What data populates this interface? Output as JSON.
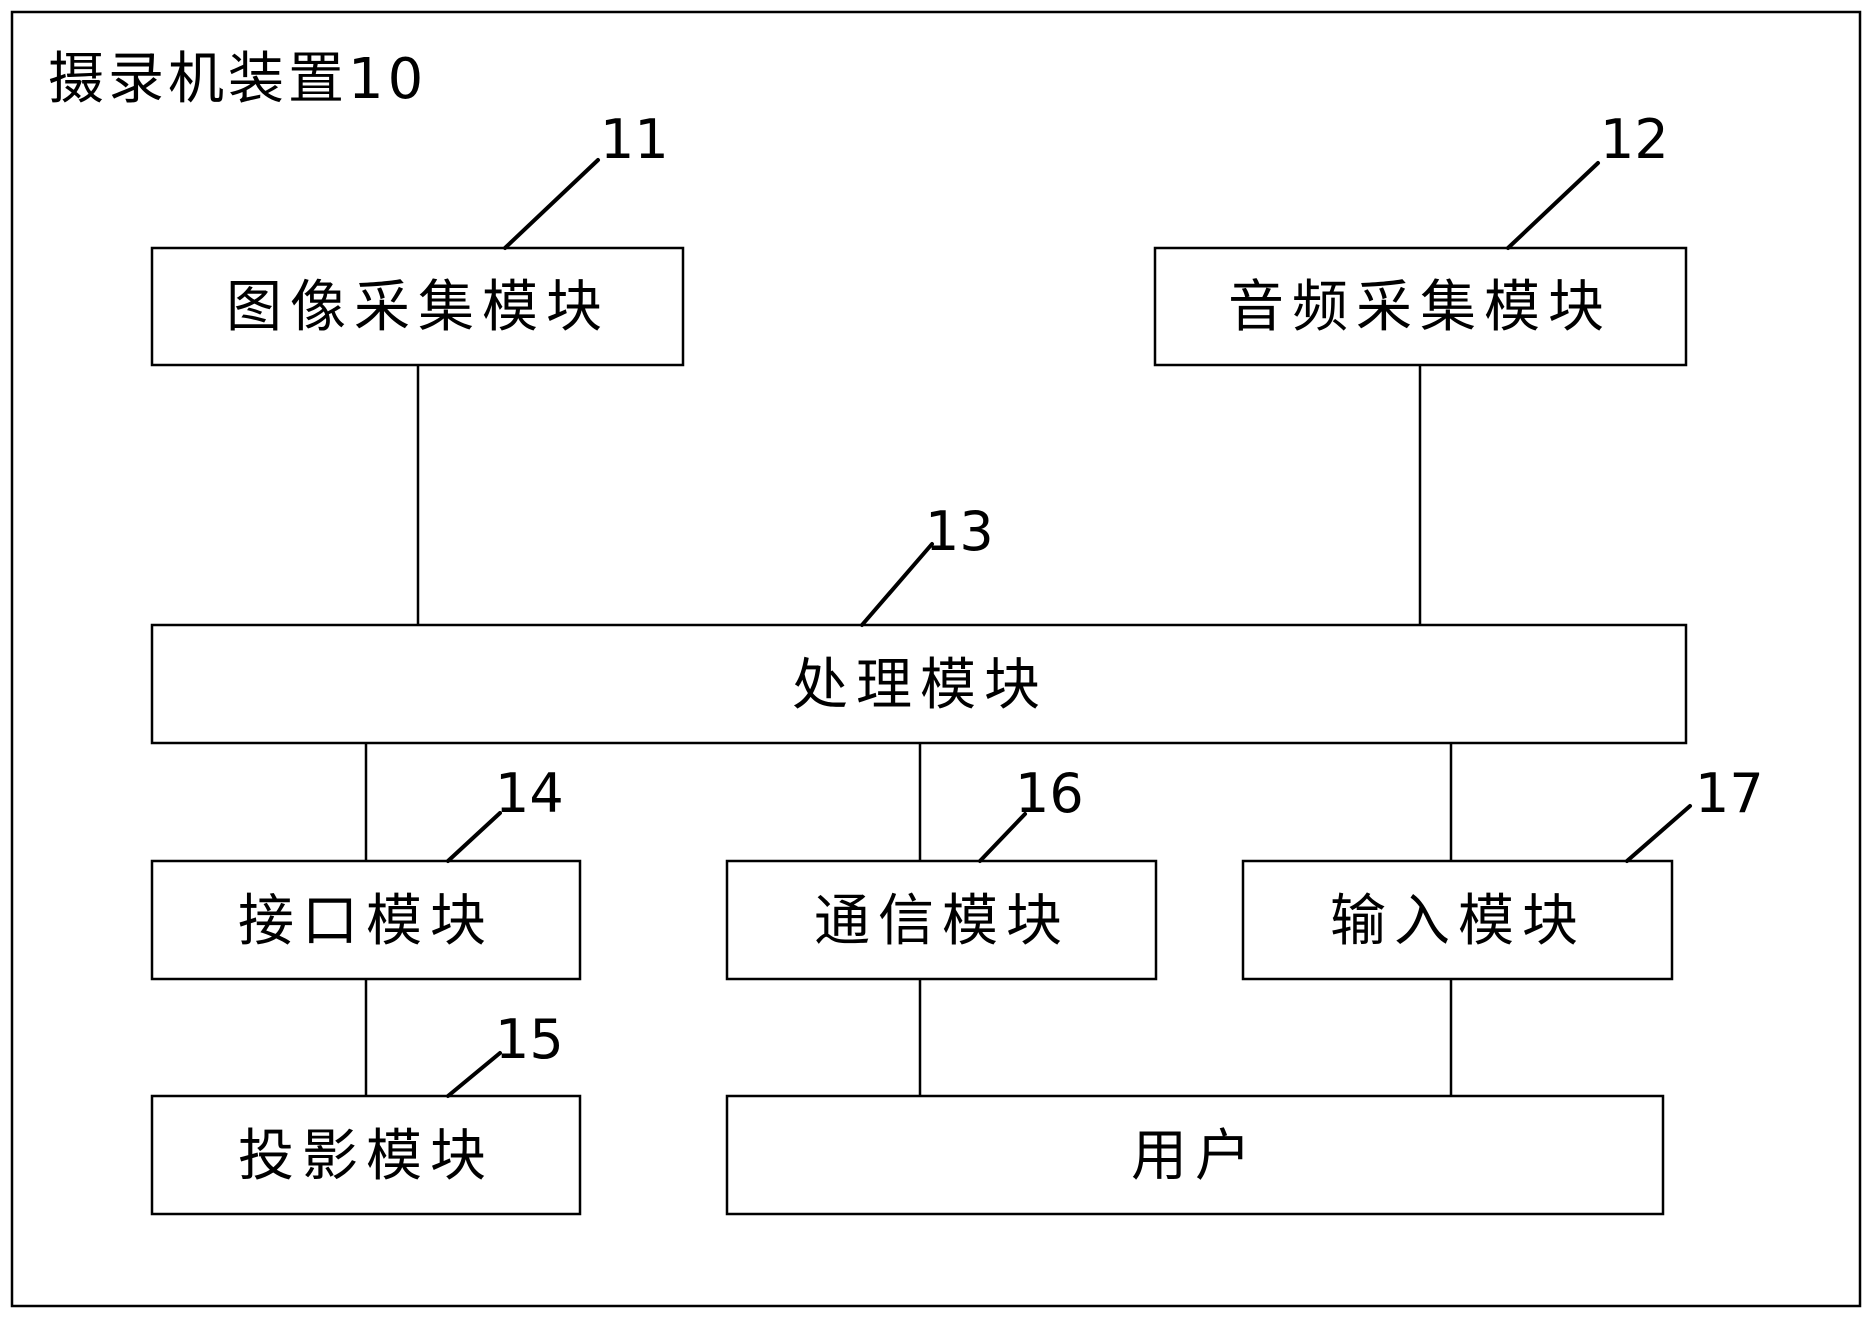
{
  "title": "摄录机装置10",
  "modules": {
    "image_capture": {
      "label": "图像采集模块",
      "ref": "11"
    },
    "audio_capture": {
      "label": "音频采集模块",
      "ref": "12"
    },
    "processing": {
      "label": "处理模块",
      "ref": "13"
    },
    "interface": {
      "label": "接口模块",
      "ref": "14"
    },
    "projection": {
      "label": "投影模块",
      "ref": "15"
    },
    "communication": {
      "label": "通信模块",
      "ref": "16"
    },
    "input": {
      "label": "输入模块",
      "ref": "17"
    },
    "user": {
      "label": "用户"
    }
  }
}
